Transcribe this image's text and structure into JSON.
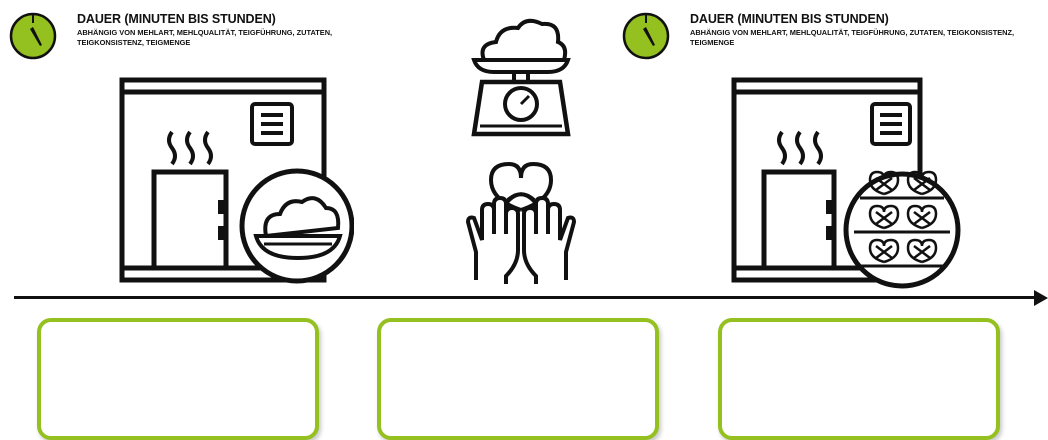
{
  "colors": {
    "accent": "#94c11f",
    "line": "#111111"
  },
  "duration_notes": [
    {
      "title": "DAUER (MINUTEN BIS STUNDEN)",
      "description": "ABHÄNGIG VON MEHLART, MEHLQUALITÄT, TEIGFÜHRUNG, ZUTATEN, TEIGKONSISTENZ, TEIGMENGE",
      "icon": "timer-icon"
    },
    {
      "title": "DAUER (MINUTEN BIS STUNDEN)",
      "description": "ABHÄNGIG VON MEHLART, MEHLQUALITÄT, TEIGFÜHRUNG, ZUTATEN, TEIGKONSISTENZ, TEIGMENGE",
      "icon": "timer-icon"
    }
  ],
  "illustrations": [
    "proofing-chamber-dough-bowl-icon",
    "scale-with-dough-icon",
    "hands-shaping-pretzel-icon",
    "proofing-chamber-pretzel-trays-icon"
  ],
  "step_boxes": [
    {
      "text": ""
    },
    {
      "text": ""
    },
    {
      "text": ""
    }
  ]
}
